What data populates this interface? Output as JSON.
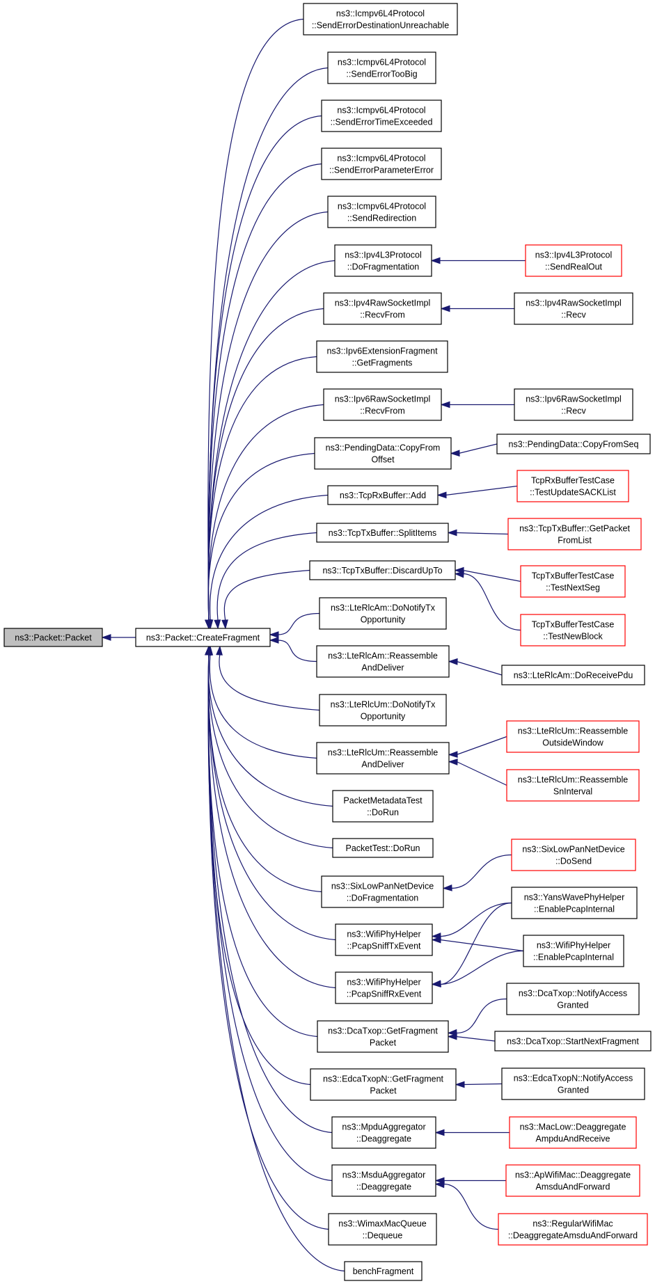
{
  "colors": {
    "edge": "#191970",
    "border_normal": "#000000",
    "border_truncated": "#ff0000",
    "fill_focus": "#bfbfbf",
    "fill_normal": "#ffffff"
  },
  "nodes": [
    {
      "id": "packet",
      "lines": [
        "ns3::Packet::Packet"
      ],
      "style": "focus"
    },
    {
      "id": "createfragment",
      "lines": [
        "ns3::Packet::CreateFragment"
      ],
      "style": "normal"
    },
    {
      "id": "c1",
      "lines": [
        "ns3::Icmpv6L4Protocol",
        "::SendErrorDestinationUnreachable"
      ],
      "style": "normal"
    },
    {
      "id": "c2",
      "lines": [
        "ns3::Icmpv6L4Protocol",
        "::SendErrorTooBig"
      ],
      "style": "normal"
    },
    {
      "id": "c3",
      "lines": [
        "ns3::Icmpv6L4Protocol",
        "::SendErrorTimeExceeded"
      ],
      "style": "normal"
    },
    {
      "id": "c4",
      "lines": [
        "ns3::Icmpv6L4Protocol",
        "::SendErrorParameterError"
      ],
      "style": "normal"
    },
    {
      "id": "c5",
      "lines": [
        "ns3::Icmpv6L4Protocol",
        "::SendRedirection"
      ],
      "style": "normal"
    },
    {
      "id": "c6",
      "lines": [
        "ns3::Ipv4L3Protocol",
        "::DoFragmentation"
      ],
      "style": "normal"
    },
    {
      "id": "c7",
      "lines": [
        "ns3::Ipv4RawSocketImpl",
        "::RecvFrom"
      ],
      "style": "normal"
    },
    {
      "id": "c8",
      "lines": [
        "ns3::Ipv6ExtensionFragment",
        "::GetFragments"
      ],
      "style": "normal"
    },
    {
      "id": "c9",
      "lines": [
        "ns3::Ipv6RawSocketImpl",
        "::RecvFrom"
      ],
      "style": "normal"
    },
    {
      "id": "c10",
      "lines": [
        "ns3::PendingData::CopyFrom",
        "Offset"
      ],
      "style": "normal"
    },
    {
      "id": "c11",
      "lines": [
        "ns3::TcpRxBuffer::Add"
      ],
      "style": "normal"
    },
    {
      "id": "c12",
      "lines": [
        "ns3::TcpTxBuffer::SplitItems"
      ],
      "style": "normal"
    },
    {
      "id": "c13",
      "lines": [
        "ns3::TcpTxBuffer::DiscardUpTo"
      ],
      "style": "normal"
    },
    {
      "id": "c14",
      "lines": [
        "ns3::LteRlcAm::DoNotifyTx",
        "Opportunity"
      ],
      "style": "normal"
    },
    {
      "id": "c15",
      "lines": [
        "ns3::LteRlcAm::Reassemble",
        "AndDeliver"
      ],
      "style": "normal"
    },
    {
      "id": "c16",
      "lines": [
        "ns3::LteRlcUm::DoNotifyTx",
        "Opportunity"
      ],
      "style": "normal"
    },
    {
      "id": "c17",
      "lines": [
        "ns3::LteRlcUm::Reassemble",
        "AndDeliver"
      ],
      "style": "normal"
    },
    {
      "id": "c18",
      "lines": [
        "PacketMetadataTest",
        "::DoRun"
      ],
      "style": "normal"
    },
    {
      "id": "c19",
      "lines": [
        "PacketTest::DoRun"
      ],
      "style": "normal"
    },
    {
      "id": "c20",
      "lines": [
        "ns3::SixLowPanNetDevice",
        "::DoFragmentation"
      ],
      "style": "normal"
    },
    {
      "id": "c21",
      "lines": [
        "ns3::WifiPhyHelper",
        "::PcapSniffTxEvent"
      ],
      "style": "normal"
    },
    {
      "id": "c22",
      "lines": [
        "ns3::WifiPhyHelper",
        "::PcapSniffRxEvent"
      ],
      "style": "normal"
    },
    {
      "id": "c23",
      "lines": [
        "ns3::DcaTxop::GetFragment",
        "Packet"
      ],
      "style": "normal"
    },
    {
      "id": "c24",
      "lines": [
        "ns3::EdcaTxopN::GetFragment",
        "Packet"
      ],
      "style": "normal"
    },
    {
      "id": "c25",
      "lines": [
        "ns3::MpduAggregator",
        "::Deaggregate"
      ],
      "style": "normal"
    },
    {
      "id": "c26",
      "lines": [
        "ns3::MsduAggregator",
        "::Deaggregate"
      ],
      "style": "normal"
    },
    {
      "id": "c27",
      "lines": [
        "ns3::WimaxMacQueue",
        "::Dequeue"
      ],
      "style": "normal"
    },
    {
      "id": "c28",
      "lines": [
        "benchFragment"
      ],
      "style": "normal"
    },
    {
      "id": "r1",
      "lines": [
        "ns3::Ipv4L3Protocol",
        "::SendRealOut"
      ],
      "style": "truncated"
    },
    {
      "id": "r2",
      "lines": [
        "ns3::Ipv4RawSocketImpl",
        "::Recv"
      ],
      "style": "normal"
    },
    {
      "id": "r3",
      "lines": [
        "ns3::Ipv6RawSocketImpl",
        "::Recv"
      ],
      "style": "normal"
    },
    {
      "id": "r4",
      "lines": [
        "ns3::PendingData::CopyFromSeq"
      ],
      "style": "normal"
    },
    {
      "id": "r5",
      "lines": [
        "TcpRxBufferTestCase",
        "::TestUpdateSACKList"
      ],
      "style": "truncated"
    },
    {
      "id": "r6",
      "lines": [
        "ns3::TcpTxBuffer::GetPacket",
        "FromList"
      ],
      "style": "truncated"
    },
    {
      "id": "r7",
      "lines": [
        "TcpTxBufferTestCase",
        "::TestNextSeg"
      ],
      "style": "truncated"
    },
    {
      "id": "r8",
      "lines": [
        "TcpTxBufferTestCase",
        "::TestNewBlock"
      ],
      "style": "truncated"
    },
    {
      "id": "r9",
      "lines": [
        "ns3::LteRlcAm::DoReceivePdu"
      ],
      "style": "normal"
    },
    {
      "id": "r10",
      "lines": [
        "ns3::LteRlcUm::Reassemble",
        "OutsideWindow"
      ],
      "style": "truncated"
    },
    {
      "id": "r11",
      "lines": [
        "ns3::LteRlcUm::Reassemble",
        "SnInterval"
      ],
      "style": "truncated"
    },
    {
      "id": "r12",
      "lines": [
        "ns3::SixLowPanNetDevice",
        "::DoSend"
      ],
      "style": "truncated"
    },
    {
      "id": "r13",
      "lines": [
        "ns3::YansWavePhyHelper",
        "::EnablePcapInternal"
      ],
      "style": "normal"
    },
    {
      "id": "r14",
      "lines": [
        "ns3::WifiPhyHelper",
        "::EnablePcapInternal"
      ],
      "style": "normal"
    },
    {
      "id": "r15",
      "lines": [
        "ns3::DcaTxop::NotifyAccess",
        "Granted"
      ],
      "style": "normal"
    },
    {
      "id": "r16",
      "lines": [
        "ns3::DcaTxop::StartNextFragment"
      ],
      "style": "normal"
    },
    {
      "id": "r17",
      "lines": [
        "ns3::EdcaTxopN::NotifyAccess",
        "Granted"
      ],
      "style": "normal"
    },
    {
      "id": "r18",
      "lines": [
        "ns3::MacLow::Deaggregate",
        "AmpduAndReceive"
      ],
      "style": "truncated"
    },
    {
      "id": "r19",
      "lines": [
        "ns3::ApWifiMac::Deaggregate",
        "AmsduAndForward"
      ],
      "style": "truncated"
    },
    {
      "id": "r20",
      "lines": [
        "ns3::RegularWifiMac",
        "::DeaggregateAmsduAndForward"
      ],
      "style": "truncated"
    }
  ],
  "edges": [
    {
      "from": "createfragment",
      "to": "packet"
    },
    {
      "from": "c1",
      "to": "createfragment"
    },
    {
      "from": "c2",
      "to": "createfragment"
    },
    {
      "from": "c3",
      "to": "createfragment"
    },
    {
      "from": "c4",
      "to": "createfragment"
    },
    {
      "from": "c5",
      "to": "createfragment"
    },
    {
      "from": "c6",
      "to": "createfragment"
    },
    {
      "from": "c7",
      "to": "createfragment"
    },
    {
      "from": "c8",
      "to": "createfragment"
    },
    {
      "from": "c9",
      "to": "createfragment"
    },
    {
      "from": "c10",
      "to": "createfragment"
    },
    {
      "from": "c11",
      "to": "createfragment"
    },
    {
      "from": "c12",
      "to": "createfragment"
    },
    {
      "from": "c13",
      "to": "createfragment"
    },
    {
      "from": "c14",
      "to": "createfragment"
    },
    {
      "from": "c15",
      "to": "createfragment"
    },
    {
      "from": "c16",
      "to": "createfragment"
    },
    {
      "from": "c17",
      "to": "createfragment"
    },
    {
      "from": "c18",
      "to": "createfragment"
    },
    {
      "from": "c19",
      "to": "createfragment"
    },
    {
      "from": "c20",
      "to": "createfragment"
    },
    {
      "from": "c21",
      "to": "createfragment"
    },
    {
      "from": "c22",
      "to": "createfragment"
    },
    {
      "from": "c23",
      "to": "createfragment"
    },
    {
      "from": "c24",
      "to": "createfragment"
    },
    {
      "from": "c25",
      "to": "createfragment"
    },
    {
      "from": "c26",
      "to": "createfragment"
    },
    {
      "from": "c27",
      "to": "createfragment"
    },
    {
      "from": "c28",
      "to": "createfragment"
    },
    {
      "from": "r1",
      "to": "c6"
    },
    {
      "from": "r2",
      "to": "c7"
    },
    {
      "from": "r3",
      "to": "c9"
    },
    {
      "from": "r4",
      "to": "c10"
    },
    {
      "from": "r5",
      "to": "c11"
    },
    {
      "from": "r6",
      "to": "c12"
    },
    {
      "from": "r7",
      "to": "c13"
    },
    {
      "from": "r8",
      "to": "c13"
    },
    {
      "from": "r9",
      "to": "c15"
    },
    {
      "from": "r10",
      "to": "c17"
    },
    {
      "from": "r11",
      "to": "c17"
    },
    {
      "from": "r12",
      "to": "c20"
    },
    {
      "from": "r13",
      "to": "c21"
    },
    {
      "from": "r14",
      "to": "c21"
    },
    {
      "from": "r13",
      "to": "c22"
    },
    {
      "from": "r14",
      "to": "c22"
    },
    {
      "from": "r15",
      "to": "c23"
    },
    {
      "from": "r16",
      "to": "c23"
    },
    {
      "from": "r17",
      "to": "c24"
    },
    {
      "from": "r18",
      "to": "c25"
    },
    {
      "from": "r19",
      "to": "c26"
    },
    {
      "from": "r20",
      "to": "c26"
    }
  ]
}
